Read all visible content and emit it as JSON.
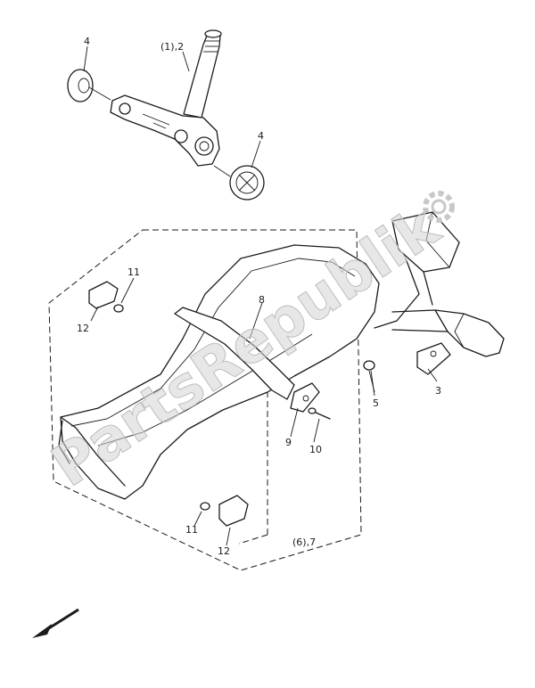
{
  "watermark": "PartsRepublik",
  "callouts": [
    {
      "id": "c4a",
      "text": "4"
    },
    {
      "id": "c12",
      "text": "(1),2"
    },
    {
      "id": "c4b",
      "text": "4"
    },
    {
      "id": "c11a",
      "text": "11"
    },
    {
      "id": "c12a",
      "text": "12"
    },
    {
      "id": "c8",
      "text": "8"
    },
    {
      "id": "c5",
      "text": "5"
    },
    {
      "id": "c3",
      "text": "3"
    },
    {
      "id": "c9",
      "text": "9"
    },
    {
      "id": "c10",
      "text": "10"
    },
    {
      "id": "c11b",
      "text": "11"
    },
    {
      "id": "c12b",
      "text": "12"
    },
    {
      "id": "c67",
      "text": "(6),7"
    }
  ]
}
